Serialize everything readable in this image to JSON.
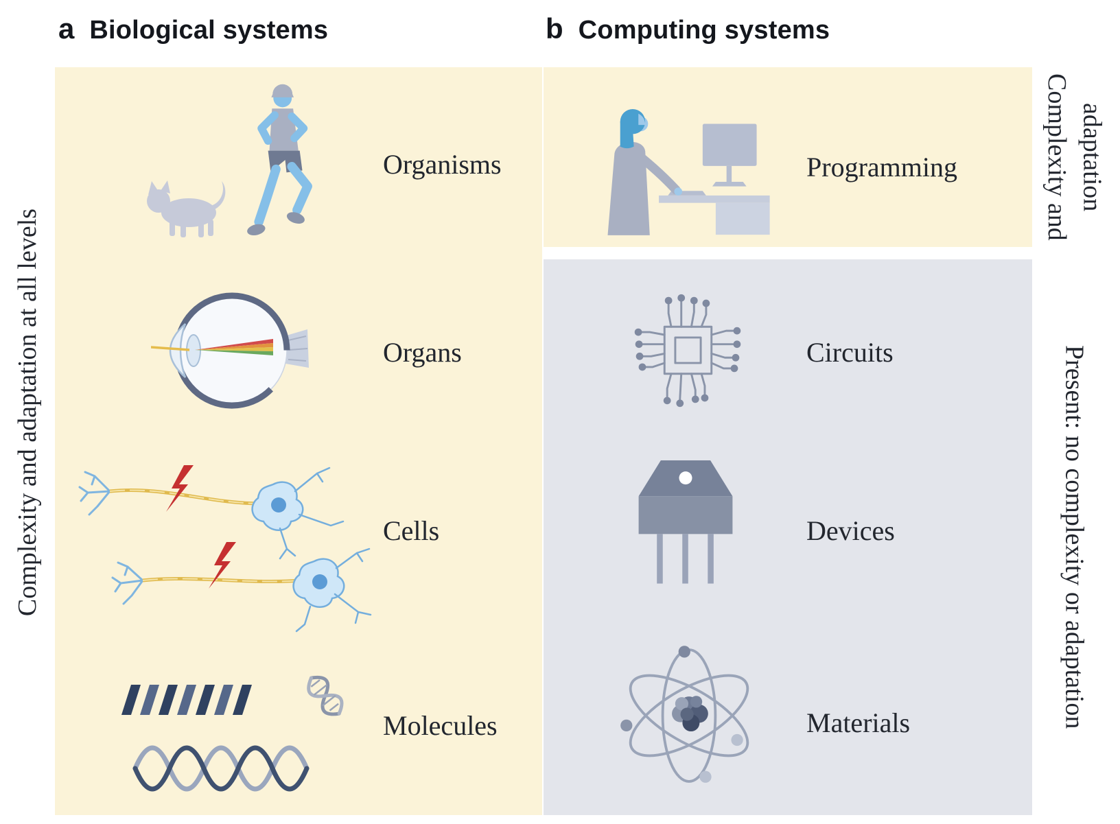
{
  "figure": {
    "panels": {
      "a": {
        "tag": "a",
        "title": "Biological systems",
        "side_label": "Complexity and adaptation at all levels",
        "rows": [
          {
            "label": "Organisms",
            "icon": "cat-and-runner-icon"
          },
          {
            "label": "Organs",
            "icon": "eye-icon"
          },
          {
            "label": "Cells",
            "icon": "neurons-icon"
          },
          {
            "label": "Molecules",
            "icon": "molecules-icon"
          }
        ]
      },
      "b": {
        "tag": "b",
        "title": "Computing systems",
        "side_label_top_lines": [
          "Complexity and",
          "adaptation"
        ],
        "side_label_bottom": "Present: no complexity or adaptation",
        "top_row": {
          "label": "Programming",
          "icon": "programmer-icon"
        },
        "rows": [
          {
            "label": "Circuits",
            "icon": "circuit-chip-icon"
          },
          {
            "label": "Devices",
            "icon": "transistor-icon"
          },
          {
            "label": "Materials",
            "icon": "atom-icon"
          }
        ]
      }
    },
    "colors": {
      "panel_cream": "#fbf3d8",
      "panel_gray": "#e3e5eb",
      "icon_blue": "#85bfe8",
      "icon_hair_blue": "#4aa0d0",
      "icon_gray": "#8a94a9",
      "icon_light_gray": "#c6cad9",
      "icon_dark_navy": "#3d4e6b",
      "accent_red": "#c53030",
      "accent_yellow": "#e0ba4e",
      "neuron_fill": "#cfe7f8",
      "neuron_stroke": "#74aedd",
      "text": "#22262e"
    }
  }
}
